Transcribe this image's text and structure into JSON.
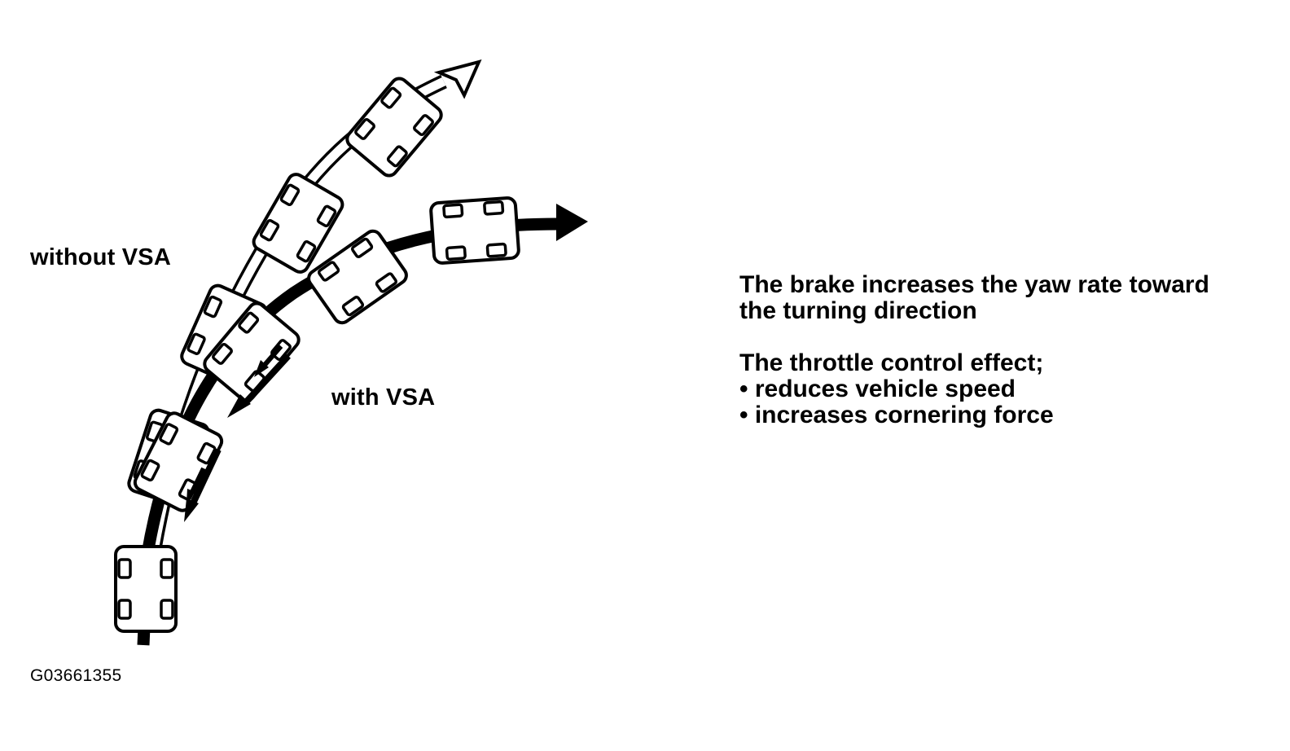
{
  "labels": {
    "without_vsa": "without VSA",
    "with_vsa": "with VSA"
  },
  "notes": {
    "brake_line1": "The brake increases the yaw rate toward",
    "brake_line2": "the turning direction",
    "throttle_heading": "The throttle control effect;",
    "bullets": [
      "• reduces vehicle speed",
      "• increases cornering force"
    ]
  },
  "figure_id": "G03661355",
  "colors": {
    "ink": "#000000",
    "paper": "#ffffff"
  }
}
